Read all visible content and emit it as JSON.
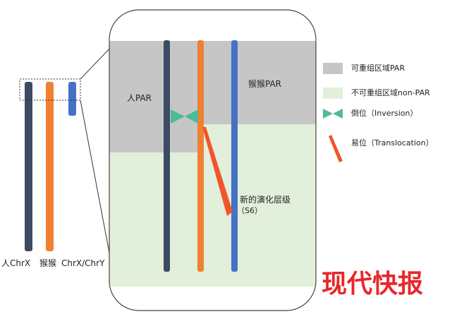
{
  "diagram": {
    "colors": {
      "chr_human": "#3c4a63",
      "chr_gibbon": "#f08032",
      "chr_y": "#4472c4",
      "par_region": "#c6c6c6",
      "nonpar_region": "#e2efda",
      "inversion": "#4dbb9b",
      "translocation": "#f2552c",
      "watermark": "#e8262a"
    },
    "left_labels": {
      "human": "人ChrX",
      "gibbon": "猴猴",
      "xy": "ChrX/ChrY"
    },
    "zoom_labels": {
      "human_par": "人PAR",
      "gibbon_par": "猴猴PAR",
      "new_stratum_line1": "新的演化层级",
      "new_stratum_line2": "（S6）"
    },
    "legend": [
      {
        "key": "par",
        "label": "可重组区域PAR",
        "icon": "gray-square"
      },
      {
        "key": "nonpar",
        "label": "不可重组区域non-PAR",
        "icon": "green-square"
      },
      {
        "key": "inversion",
        "label": "倒位（Inversion）",
        "icon": "inversion-bowtie-icon"
      },
      {
        "key": "translocation",
        "label": "易位（Translocation）",
        "icon": "translocation-slash-icon"
      }
    ],
    "watermark": "现代快报"
  }
}
